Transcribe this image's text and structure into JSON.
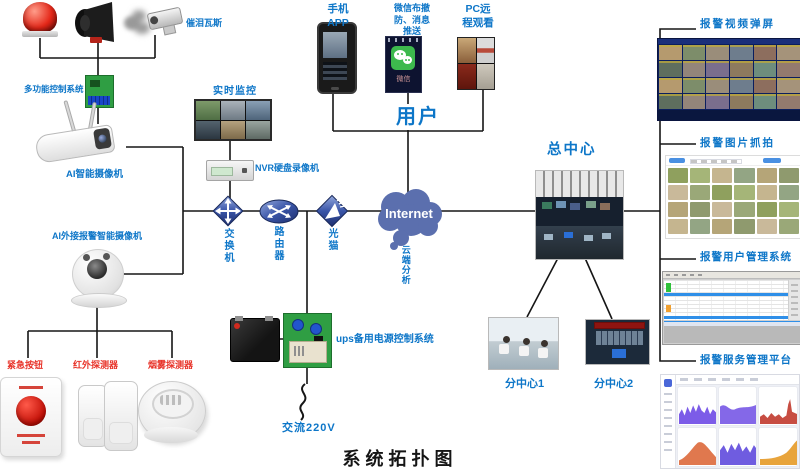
{
  "title": "系统拓扑图",
  "colors": {
    "label_blue": "#0d76c8",
    "label_red": "#e8342a",
    "network_blue": "#5b6fae",
    "line": "#111111"
  },
  "left_branch": {
    "tear_gas": "催泪瓦斯",
    "control_system": "多功能控制系统",
    "ai_camera": "AI智能摄像机",
    "ai_alarm_camera": "AI外接报警智能摄像机",
    "emergency_button": "紧急按钮",
    "infrared_detector": "红外探测器",
    "smoke_detector": "烟雾探测器"
  },
  "monitoring": {
    "realtime": "实时监控",
    "nvr": "NVR硬盘录像机"
  },
  "network": {
    "switch": "交换机",
    "router": "路由器",
    "modem": "光猫",
    "internet": "Internet",
    "cloud_analysis": "云端分析"
  },
  "power": {
    "ups": "ups备用电源控制系统",
    "ac": "交流220V"
  },
  "user_side": {
    "phone_app": "手机\nAPP",
    "wechat": "微信布撤\n防、消息\n推送",
    "wechat_app_name": "微信",
    "pc_remote": "PC远\n程观看",
    "user": "用户"
  },
  "centers": {
    "main": "总中心",
    "sub1": "分中心1",
    "sub2": "分中心2"
  },
  "platform": {
    "video_popup": "报警视频弹屏",
    "image_capture": "报警图片抓拍",
    "user_mgmt": "报警用户管理系统",
    "service_platform": "报警服务管理平台"
  }
}
